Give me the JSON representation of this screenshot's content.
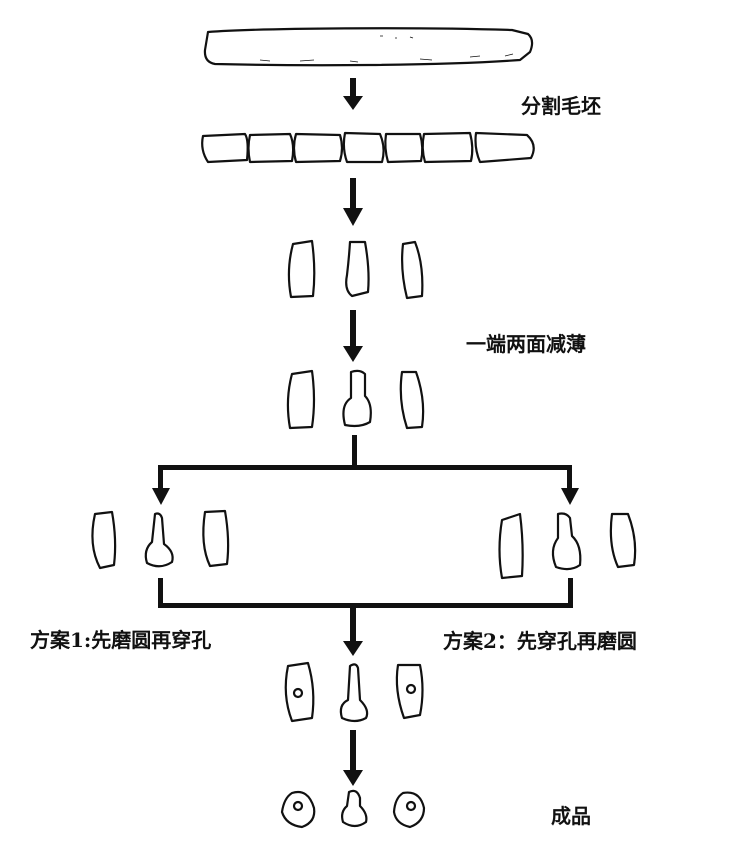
{
  "title": "Bone pendant production process",
  "colors": {
    "ink": "#111111",
    "paper": "#ffffff"
  },
  "steps": [
    {
      "id": "raw-bone",
      "label": ""
    },
    {
      "id": "split-blank",
      "label": "分割毛坯"
    },
    {
      "id": "blanks",
      "label": ""
    },
    {
      "id": "thin-one-end",
      "label": "一端两面减薄"
    },
    {
      "id": "thinned",
      "label": ""
    }
  ],
  "branches": [
    {
      "id": "plan-1",
      "label": "方案1:先磨圆再穿孔"
    },
    {
      "id": "plan-2",
      "label": "方案2：先穿孔再磨圆"
    }
  ],
  "final": {
    "label": "成品"
  },
  "icons": {
    "raw": "bone-strip-icon",
    "segments": "bone-segment-icon",
    "piece": "bone-piece-icon",
    "arrow": "down-arrow-icon"
  }
}
